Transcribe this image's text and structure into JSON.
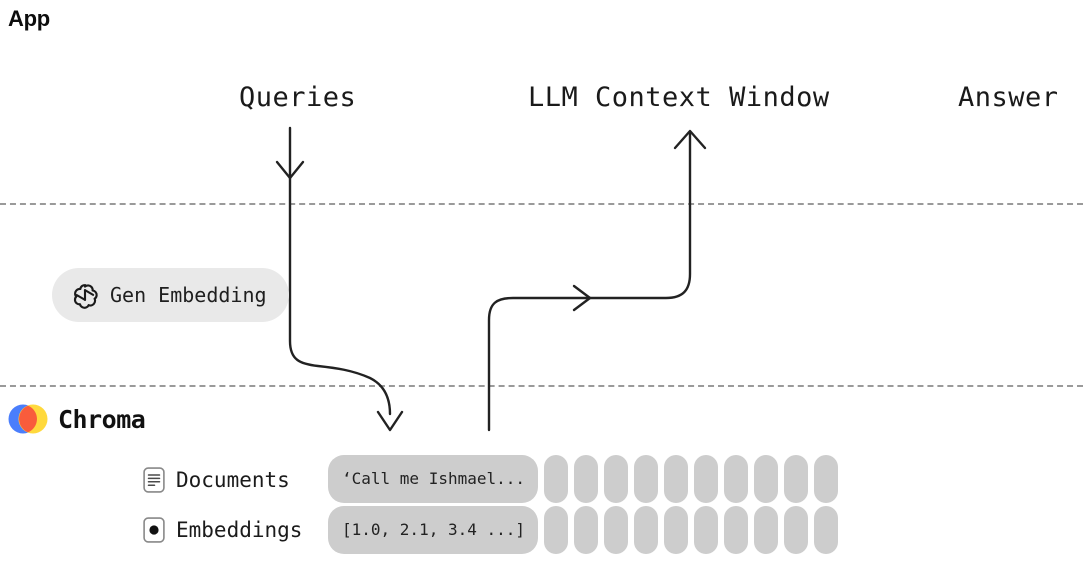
{
  "diagram": {
    "title": "App",
    "type": "rag-architecture-flow",
    "bands": [
      {
        "name": "app",
        "label": "App"
      },
      {
        "name": "embedding",
        "label": "Gen Embedding"
      },
      {
        "name": "storage",
        "label": "Chroma"
      }
    ],
    "separator_style": "dashed",
    "separator_color": "#9a9a9a"
  },
  "top_flow": {
    "queries_label": "Queries",
    "llm_label": "LLM Context Window",
    "arrow_glyph": "⟶",
    "answer_label": "Answer"
  },
  "embedding_step": {
    "icon": "openai-logo-icon",
    "label": "Gen Embedding",
    "pill_color": "#e9e9e9"
  },
  "chroma": {
    "brand": "Chroma",
    "logo": "chroma-logo-icon",
    "logo_colors": {
      "blue": "#4a7efc",
      "orange": "#f95c3c",
      "yellow": "#ffd93d"
    },
    "rows": [
      {
        "icon": "document-lines-icon",
        "label": "Documents",
        "value": "‘Call me Ishmael..."
      },
      {
        "icon": "filled-dot-icon",
        "label": "Embeddings",
        "value": "[1.0, 2.1, 3.4 ...]"
      }
    ],
    "placeholder_columns": 10,
    "pill_color": "#cdcdcd"
  },
  "colors": {
    "background": "#ffffff",
    "ink": "#1a1a1a",
    "wire": "#222222",
    "dashed": "#9a9a9a",
    "pill_light": "#e9e9e9",
    "pill_grey": "#cdcdcd"
  }
}
